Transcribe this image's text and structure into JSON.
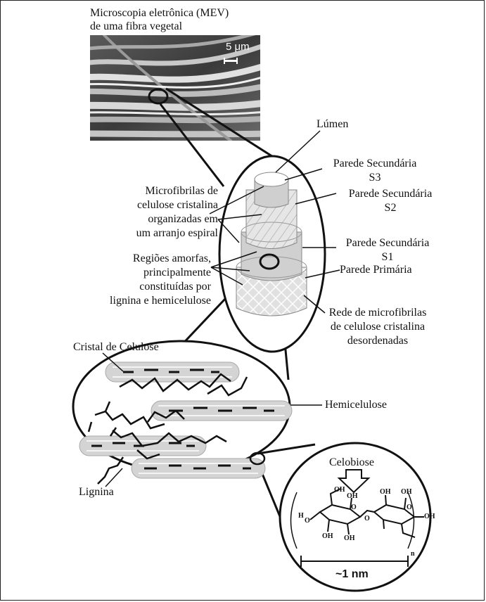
{
  "sem": {
    "title_line1": "Microscopia eletrônica (MEV)",
    "title_line2": "de uma fibra vegetal",
    "scale": "5 μm"
  },
  "fiber_labels": {
    "lumen": "Lúmen",
    "s3_line1": "Parede Secundária",
    "s3_line2": "S3",
    "s2_line1": "Parede Secundária",
    "s2_line2": "S2",
    "s1_line1": "Parede Secundária",
    "s1_line2": "S1",
    "primary": "Parede Primária",
    "net_line1": "Rede de microfibrilas",
    "net_line2": "de celulose cristalina",
    "net_line3": "desordenadas",
    "micro_line1": "Microfibrilas de",
    "micro_line2": "celulose cristalina",
    "micro_line3": "organizadas em",
    "micro_line4": "um arranjo espiral",
    "amorph_line1": "Regiões amorfas,",
    "amorph_line2": "principalmente",
    "amorph_line3": "constituídas por",
    "amorph_line4": "lignina e hemicelulose"
  },
  "matrix_labels": {
    "crystal": "Cristal de Celulose",
    "hemicellulose": "Hemicelulose",
    "lignin": "Lignina"
  },
  "molecule": {
    "title": "Celobiose",
    "size": "~1 nm",
    "atoms": [
      "OH",
      "OH",
      "OH",
      "OH",
      "OH",
      "OH",
      "OH",
      "H",
      "O",
      "O",
      "O",
      "O",
      "n"
    ]
  }
}
